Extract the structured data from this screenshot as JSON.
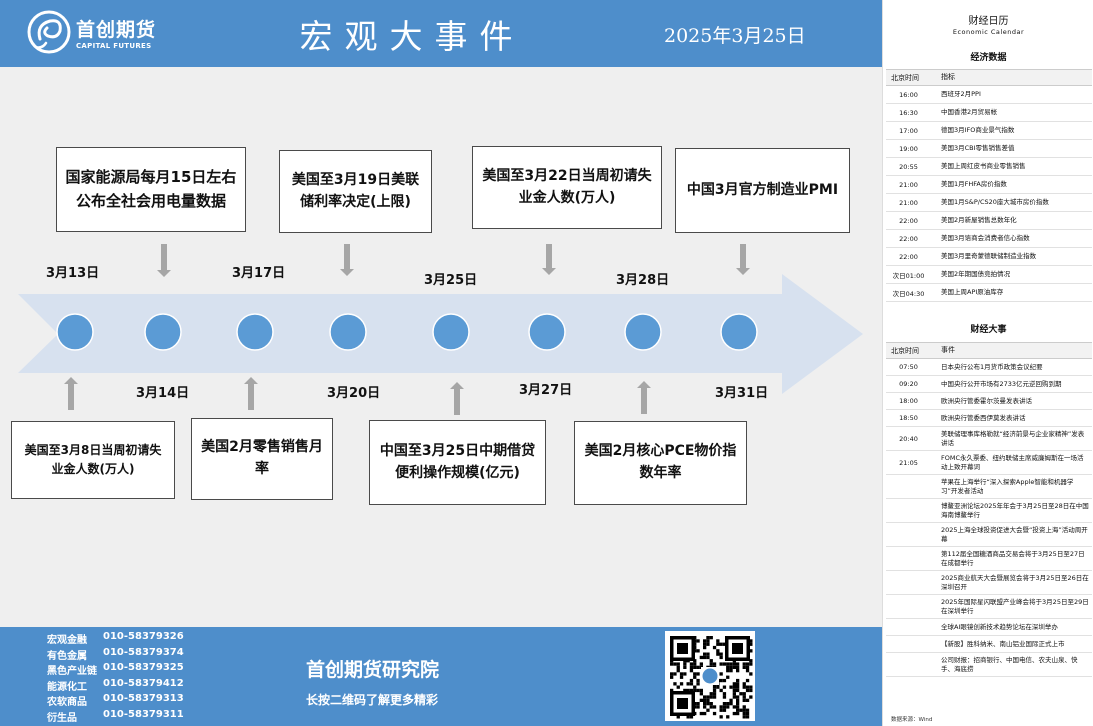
{
  "header": {
    "logo_cn": "首创期货",
    "logo_en": "CAPITAL FUTURES",
    "title": "宏观大事件",
    "date": "2025年3月25日"
  },
  "timeline": {
    "top_dates": [
      "3月13日",
      "3月17日",
      "3月25日",
      "3月28日"
    ],
    "bottom_dates": [
      "3月14日",
      "3月20日",
      "3月27日",
      "3月31日"
    ],
    "top_events": [
      "国家能源局每月15日左右公布全社会用电量数据",
      "美国至3月19日美联储利率决定(上限)",
      "美国至3月22日当周初请失业金人数(万人)",
      "中国3月官方制造业PMI"
    ],
    "bottom_events": [
      "美国至3月8日当周初请失业金人数(万人)",
      "美国2月零售销售月率",
      "中国至3月25日中期借贷便利操作规模(亿元)",
      "美国2月核心PCE物价指数年率"
    ]
  },
  "footer": {
    "contacts": [
      {
        "label": "宏观金融",
        "phone": "010-58379326"
      },
      {
        "label": "有色金属",
        "phone": "010-58379374"
      },
      {
        "label": "黑色产业链",
        "phone": "010-58379325"
      },
      {
        "label": "能源化工",
        "phone": "010-58379412"
      },
      {
        "label": "农软商品",
        "phone": "010-58379313"
      },
      {
        "label": "衍生品",
        "phone": "010-58379311"
      }
    ],
    "org": "首创期货研究院",
    "slogan": "长按二维码了解更多精彩"
  },
  "sidebar": {
    "title_cn": "财经日历",
    "title_en": "Economic Calendar",
    "data_section": "经济数据",
    "col_time": "北京时间",
    "col_indicator": "指标",
    "data_rows": [
      {
        "time": "16:00",
        "item": "西班牙2月PPI"
      },
      {
        "time": "16:30",
        "item": "中国香港2月贸易帐"
      },
      {
        "time": "17:00",
        "item": "德国3月IFO商业景气指数"
      },
      {
        "time": "19:00",
        "item": "美国3月CBI零售销售差值"
      },
      {
        "time": "20:55",
        "item": "美国上周红皮书商业零售销售"
      },
      {
        "time": "21:00",
        "item": "美国1月FHFA房价指数"
      },
      {
        "time": "21:00",
        "item": "美国1月S&P/CS20座大城市房价指数"
      },
      {
        "time": "22:00",
        "item": "美国2月新屋销售总数年化"
      },
      {
        "time": "22:00",
        "item": "美国3月谘商会消费者信心指数"
      },
      {
        "time": "22:00",
        "item": "美国3月里奇蒙德联储制造业指数"
      },
      {
        "time": "次日01:00",
        "item": "美国2年期国债竞拍情况"
      },
      {
        "time": "次日04:30",
        "item": "美国上周API原油库存"
      }
    ],
    "event_section": "财经大事",
    "col_event": "事件",
    "event_rows": [
      {
        "time": "07:50",
        "item": "日本央行公布1月货币政策会议纪要"
      },
      {
        "time": "09:20",
        "item": "中国央行公开市场有2733亿元逆回购到期"
      },
      {
        "time": "18:00",
        "item": "欧洲央行管委霍尔茨曼发表讲话"
      },
      {
        "time": "18:50",
        "item": "欧洲央行管委西伊莫发表讲话"
      },
      {
        "time": "20:40",
        "item": "美联储理事库格勒就“经济前景与企业家精神”发表讲话"
      },
      {
        "time": "21:05",
        "item": "FOMC永久票委、纽约联储主席威廉姆斯在一场活动上致开幕词"
      },
      {
        "time": "",
        "item": "苹果在上海举行“深入探索Apple智能和机器学习”开发者活动"
      },
      {
        "time": "",
        "item": "博鳌亚洲论坛2025年年会于3月25日至28日在中国海南博鳌举行"
      },
      {
        "time": "",
        "item": "2025上海全球投资促进大会暨“投资上海”活动周开幕"
      },
      {
        "time": "",
        "item": "第112届全国糖酒商品交易会将于3月25日至27日在成都举行"
      },
      {
        "time": "",
        "item": "2025商业航天大会暨展览会将于3月25日至26日在深圳召开"
      },
      {
        "time": "",
        "item": "2025年国际星闪联盟产业峰会将于3月25日至29日在深圳举行"
      },
      {
        "time": "",
        "item": "全球AI眼镜创新技术趋势论坛在深圳举办"
      },
      {
        "time": "",
        "item": "【新股】胜科纳米、南山铝业国际正式上市"
      },
      {
        "time": "",
        "item": "公司财报：招商银行、中国电信、农夫山泉、快手、海底捞"
      }
    ],
    "source": "数据来源：Wind"
  }
}
